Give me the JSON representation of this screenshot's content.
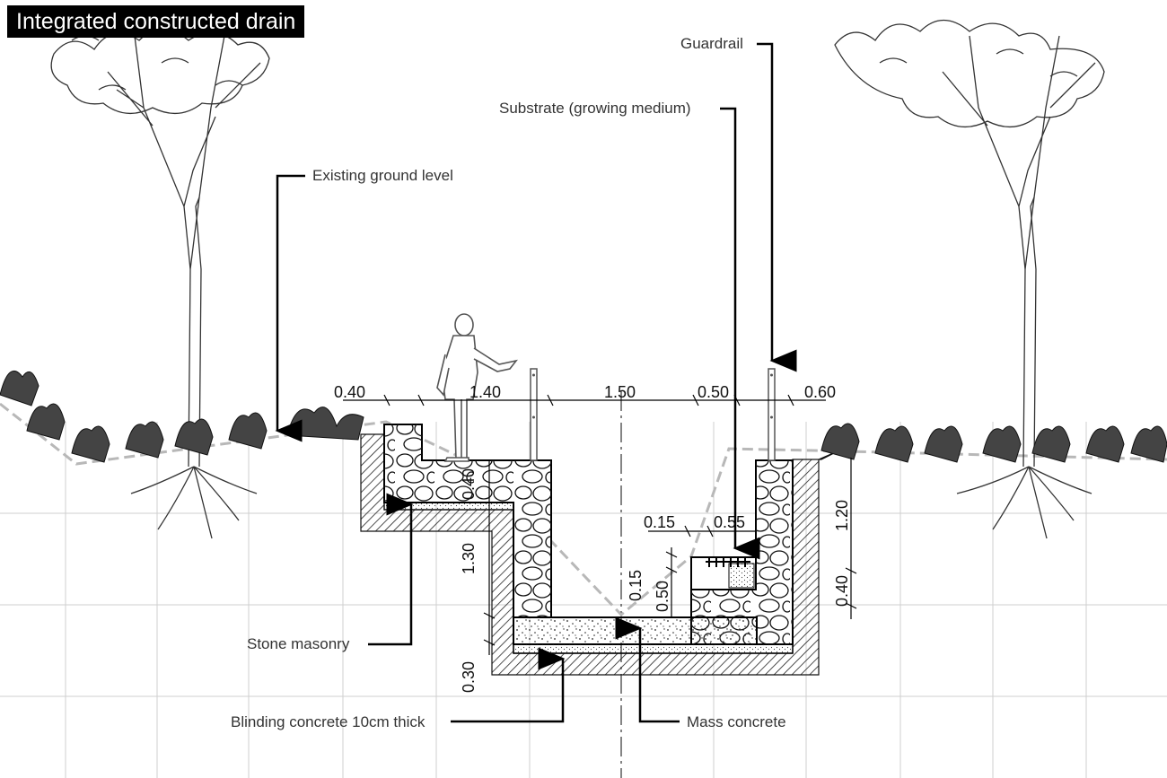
{
  "title": "Integrated constructed drain",
  "labels": {
    "guardrail": "Guardrail",
    "substrate": "Substrate (growing medium)",
    "existing_ground": "Existing ground level",
    "stone_masonry": "Stone masonry",
    "blinding_concrete": "Blinding concrete 10cm thick",
    "mass_concrete": "Mass concrete"
  },
  "dimensions": {
    "d_040_top": "0.40",
    "d_140": "1.40",
    "d_150": "1.50",
    "d_050_top": "0.50",
    "d_060": "0.60",
    "d_040_vert_left": "0.40",
    "d_130": "1.30",
    "d_030": "0.30",
    "d_015_h": "0.15",
    "d_055": "0.55",
    "d_015_v": "0.15",
    "d_050_v": "0.50",
    "d_120": "1.20",
    "d_040_right": "0.40"
  }
}
